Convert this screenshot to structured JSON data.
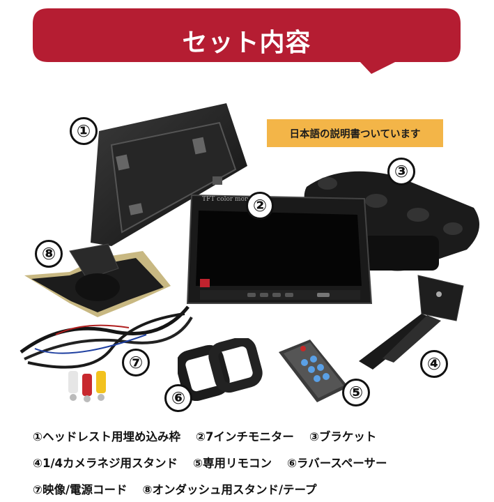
{
  "header": {
    "title": "セット内容",
    "color": "#b51d32"
  },
  "note_badge": {
    "text": "日本語の説明書ついています",
    "color": "#f3b548"
  },
  "markers": [
    "①",
    "②",
    "③",
    "④",
    "⑤",
    "⑥",
    "⑦",
    "⑧"
  ],
  "monitor": {
    "label": "TFT color monitor"
  },
  "captions": [
    [
      "①ヘッドレスト用埋め込み枠",
      "②7インチモニター",
      "③ブラケット"
    ],
    [
      "④1/4カメラネジ用スタンド",
      "⑤専用リモコン",
      "⑥ラバースペーサー"
    ],
    [
      "⑦映像/電源コード",
      "⑧オンダッシュ用スタンド/テープ"
    ]
  ]
}
